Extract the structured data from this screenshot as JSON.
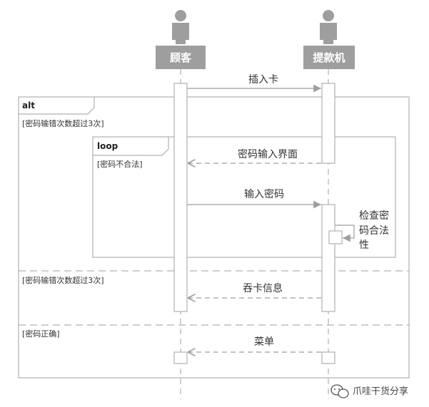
{
  "participants": [
    {
      "id": "customer",
      "label": "顾客"
    },
    {
      "id": "atm",
      "label": "提款机"
    }
  ],
  "messages": {
    "insert_card": "插入卡",
    "password_ui": "密码输入界面",
    "enter_password": "输入密码",
    "check_validity": [
      "检查密",
      "码合法",
      "性"
    ],
    "swallow_card": "吞卡信息",
    "menu": "菜单"
  },
  "frames": {
    "alt": {
      "label": "alt",
      "guards": [
        "[密码输错次数超过3次]",
        "[密码输错次数超过3次]",
        "[密码正确]"
      ]
    },
    "loop": {
      "label": "loop",
      "guard": "[密码不合法]"
    }
  },
  "watermark": "爪哇干货分享",
  "colors": {
    "actor": "#9e9e9e",
    "head_box": "#9e9e9e",
    "lines": "#b0b0b0",
    "arrow": "#9e9e9e",
    "text": "#333333"
  }
}
